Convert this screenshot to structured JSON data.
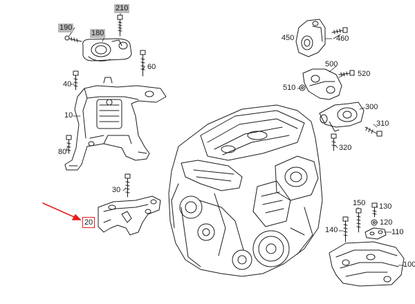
{
  "callouts": {
    "c210": "210",
    "c190": "190",
    "c180": "180",
    "c60": "60",
    "c40": "40",
    "c10": "10",
    "c80": "80",
    "c30": "30",
    "c20": "20",
    "c450": "450",
    "c460": "460",
    "c500": "500",
    "c520": "520",
    "c510": "510",
    "c300": "300",
    "c310": "310",
    "c320": "320",
    "c150": "150",
    "c130": "130",
    "c140": "140",
    "c120": "120",
    "c110": "110",
    "c100": "100"
  },
  "highlight": {
    "part": "20",
    "arrow_color": "#e41e1e"
  },
  "colors": {
    "line": "#1a1a1a",
    "shaded_label": "#b9b9b9"
  }
}
